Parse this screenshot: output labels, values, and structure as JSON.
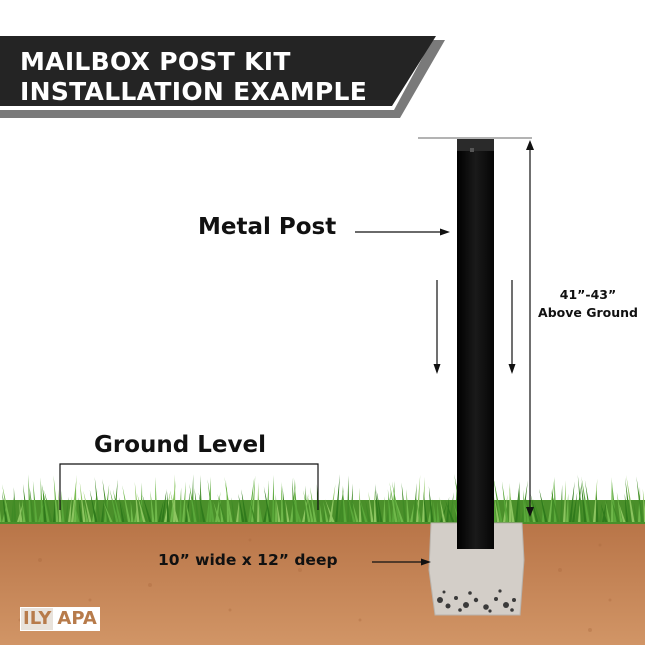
{
  "banner": {
    "line1": "MAILBOX POST KIT",
    "line2": "INSTALLATION EXAMPLE"
  },
  "labels": {
    "metal_post": "Metal Post",
    "ground_level": "Ground Level",
    "hole_size": "10” wide x 12” deep",
    "height_line1": "41”-43”",
    "height_line2": "Above Ground"
  },
  "logo": {
    "part1": "ILY",
    "part2": "APA"
  },
  "colors": {
    "banner_bg": "#242424",
    "banner_stripe": "#7a7a7a",
    "soil": "#c98a5a",
    "grass": "#4f9a2f",
    "post": "#0c0c0c",
    "concrete": "#cfcac4",
    "logo_accent": "#b77b4b"
  }
}
